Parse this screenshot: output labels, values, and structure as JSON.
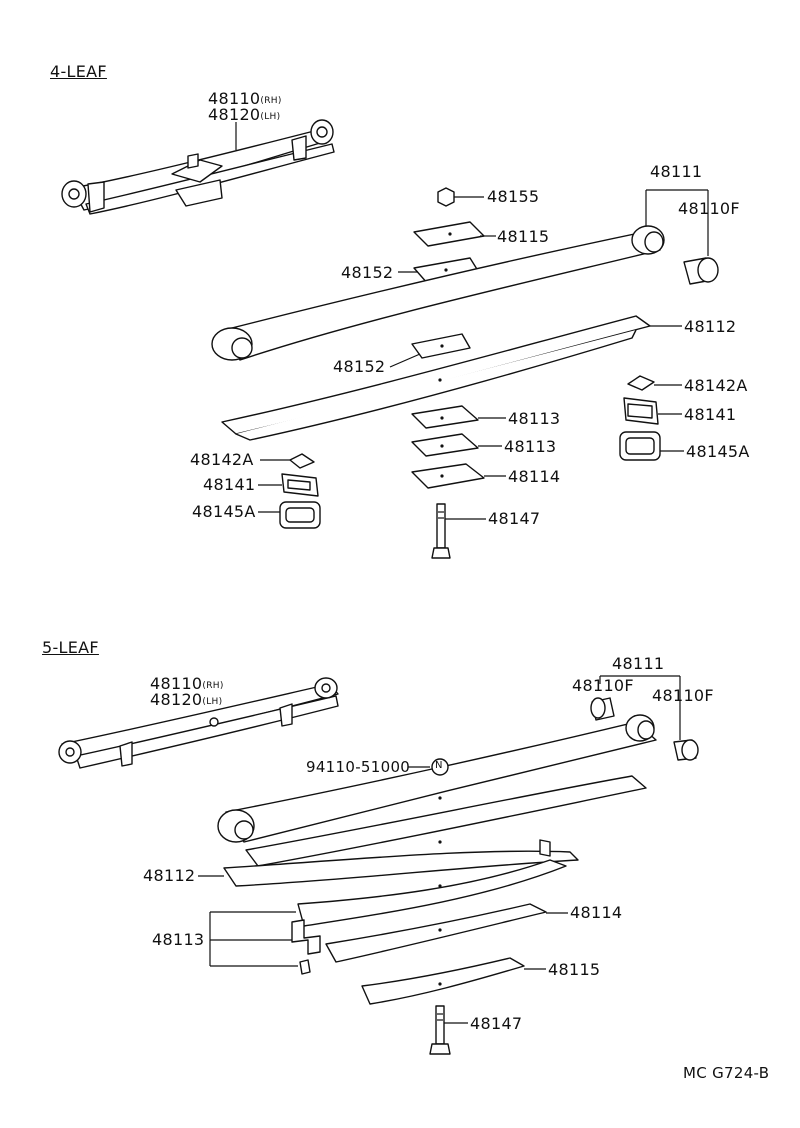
{
  "sections": {
    "four_leaf": {
      "title": "4-LEAF",
      "labels": {
        "spring_rh": "48110",
        "spring_rh_suffix": "(RH)",
        "spring_lh": "48120",
        "spring_lh_suffix": "(LH)",
        "leaf_48111": "48111",
        "bushing_48110f": "48110F",
        "nut_48155": "48155",
        "plate_48115": "48115",
        "plate_48152_top": "48152",
        "leaf_48112": "48112",
        "plate_48152_mid": "48152",
        "clip_48142a_right": "48142A",
        "clip_48141_right": "48141",
        "cover_48145a_right": "48145A",
        "plate_48113_a": "48113",
        "plate_48113_b": "48113",
        "plate_48114": "48114",
        "clip_48142a_left": "48142A",
        "clip_48141_left": "48141",
        "cover_48145a_left": "48145A",
        "bolt_48147": "48147"
      }
    },
    "five_leaf": {
      "title": "5-LEAF",
      "labels": {
        "leaf_48111": "48111",
        "spring_rh": "48110",
        "spring_rh_suffix": "(RH)",
        "spring_lh": "48120",
        "spring_lh_suffix": "(LH)",
        "bushing_48110f_left": "48110F",
        "bushing_48110f_right": "48110F",
        "nut_code": "94110-51000",
        "nut_symbol": "N",
        "leaf_48112": "48112",
        "clip_48113": "48113",
        "plate_48114": "48114",
        "plate_48115": "48115",
        "bolt_48147": "48147"
      }
    }
  },
  "footer": {
    "code": "MC G724-B"
  }
}
